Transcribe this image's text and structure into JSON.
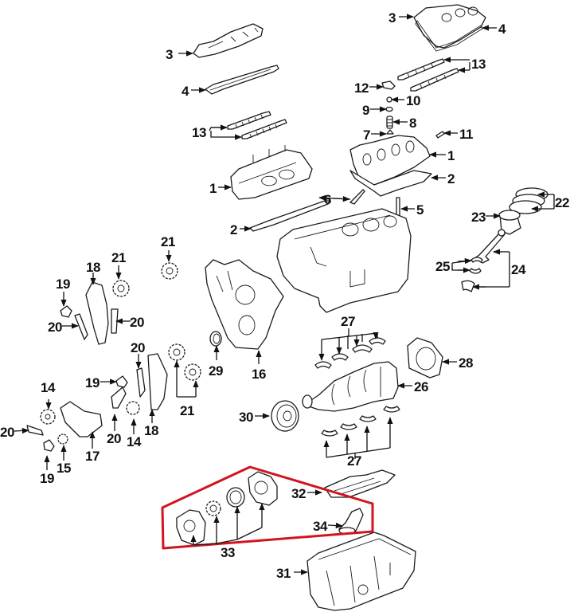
{
  "diagram": {
    "title": "Engine parts exploded view",
    "highlight_color": "#d2141e",
    "highlighted_group": "33",
    "callouts": [
      {
        "id": "c3a",
        "label": "3"
      },
      {
        "id": "c4a",
        "label": "4"
      },
      {
        "id": "c13a",
        "label": "13"
      },
      {
        "id": "c1a",
        "label": "1"
      },
      {
        "id": "c2a",
        "label": "2"
      },
      {
        "id": "c6",
        "label": "6"
      },
      {
        "id": "c3b",
        "label": "3"
      },
      {
        "id": "c4b",
        "label": "4"
      },
      {
        "id": "c13b",
        "label": "13"
      },
      {
        "id": "c12",
        "label": "12"
      },
      {
        "id": "c10",
        "label": "10"
      },
      {
        "id": "c9",
        "label": "9"
      },
      {
        "id": "c8",
        "label": "8"
      },
      {
        "id": "c7",
        "label": "7"
      },
      {
        "id": "c11",
        "label": "11"
      },
      {
        "id": "c1b",
        "label": "1"
      },
      {
        "id": "c2b",
        "label": "2"
      },
      {
        "id": "c5",
        "label": "5"
      },
      {
        "id": "c22",
        "label": "22"
      },
      {
        "id": "c23",
        "label": "23"
      },
      {
        "id": "c24",
        "label": "24"
      },
      {
        "id": "c25",
        "label": "25"
      },
      {
        "id": "c21a",
        "label": "21"
      },
      {
        "id": "c18a",
        "label": "18"
      },
      {
        "id": "c21b",
        "label": "21"
      },
      {
        "id": "c19a",
        "label": "19"
      },
      {
        "id": "c20a",
        "label": "20"
      },
      {
        "id": "c20b",
        "label": "20"
      },
      {
        "id": "c29",
        "label": "29"
      },
      {
        "id": "c16",
        "label": "16"
      },
      {
        "id": "c20c",
        "label": "20"
      },
      {
        "id": "c19b",
        "label": "19"
      },
      {
        "id": "c21c",
        "label": "21"
      },
      {
        "id": "c18b",
        "label": "18"
      },
      {
        "id": "c14a",
        "label": "14"
      },
      {
        "id": "c20d",
        "label": "20"
      },
      {
        "id": "c17",
        "label": "17"
      },
      {
        "id": "c15",
        "label": "15"
      },
      {
        "id": "c19c",
        "label": "19"
      },
      {
        "id": "c20e",
        "label": "20"
      },
      {
        "id": "c14b",
        "label": "14"
      },
      {
        "id": "c27a",
        "label": "27"
      },
      {
        "id": "c28",
        "label": "28"
      },
      {
        "id": "c26",
        "label": "26"
      },
      {
        "id": "c30",
        "label": "30"
      },
      {
        "id": "c27b",
        "label": "27"
      },
      {
        "id": "c32",
        "label": "32"
      },
      {
        "id": "c34",
        "label": "34"
      },
      {
        "id": "c33",
        "label": "33"
      },
      {
        "id": "c31",
        "label": "31"
      }
    ]
  }
}
